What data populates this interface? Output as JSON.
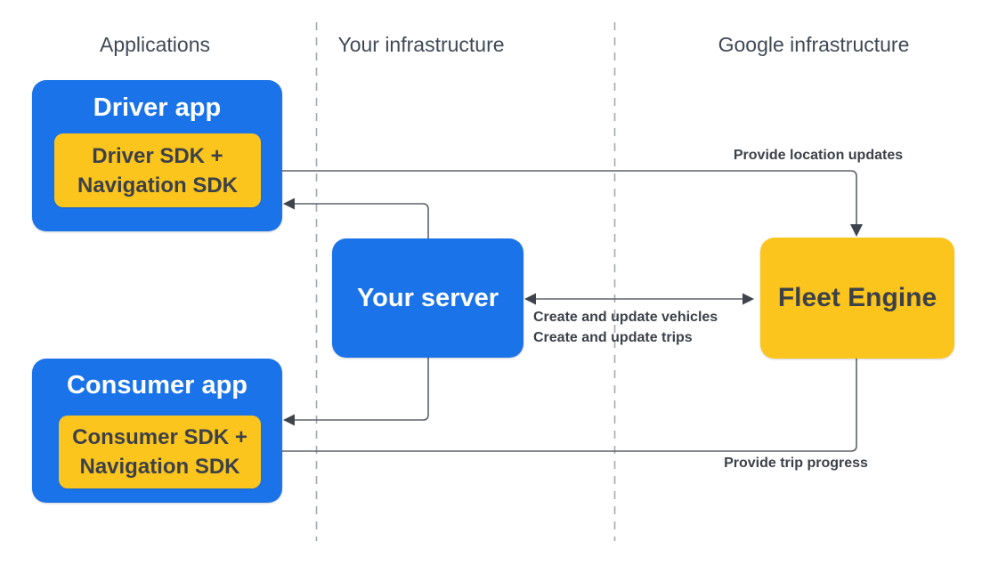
{
  "colors": {
    "blue": "#1a73e8",
    "yellow": "#fcc51d",
    "dark_text": "#3c4149",
    "header_text": "#3f4955",
    "line": "#5f6368",
    "arrowhead": "#3e444c",
    "divider": "#a4a9af",
    "white_text": "#ffffff"
  },
  "headers": {
    "applications": "Applications",
    "your_infrastructure": "Your infrastructure",
    "google_infrastructure": "Google infrastructure"
  },
  "nodes": {
    "driver_app": {
      "title": "Driver app",
      "sdk_line1": "Driver SDK +",
      "sdk_line2": "Navigation SDK"
    },
    "your_server": {
      "title": "Your server"
    },
    "fleet_engine": {
      "title": "Fleet Engine"
    },
    "consumer_app": {
      "title": "Consumer app",
      "sdk_line1": "Consumer SDK +",
      "sdk_line2": "Navigation SDK"
    }
  },
  "edge_labels": {
    "provide_location_updates": "Provide location updates",
    "create_update_vehicles": "Create and update vehicles",
    "create_update_trips": "Create and update trips",
    "provide_trip_progress": "Provide trip progress"
  }
}
